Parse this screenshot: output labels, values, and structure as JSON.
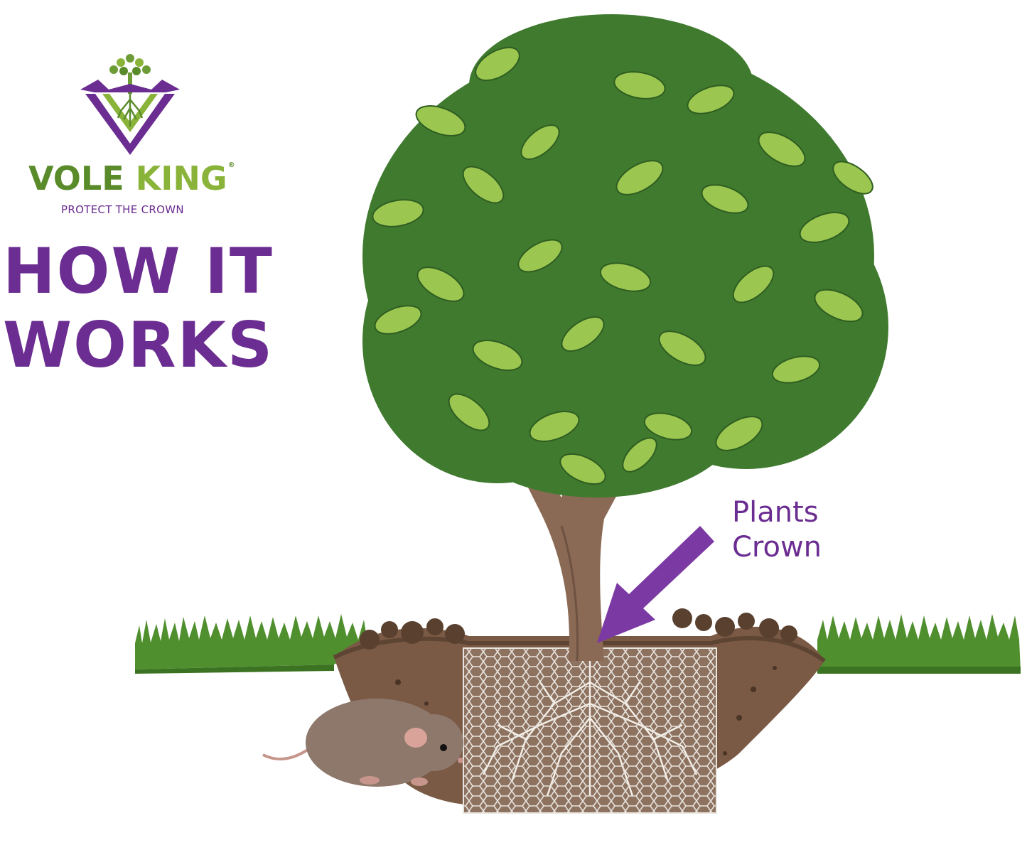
{
  "brand": {
    "name_part1": "VOLE",
    "name_part2": "KING",
    "registered": "®",
    "tagline": "PROTECT THE CROWN"
  },
  "headline": {
    "line1": "HOW IT",
    "line2": "WORKS"
  },
  "callout": {
    "line1": "Plants",
    "line2": "Crown"
  },
  "colors": {
    "purple": "#6b2d91",
    "dark_green": "#5a8b2b",
    "light_green": "#8ab33a",
    "leaf_dark": "#3f7a2e",
    "leaf_light": "#9bc750",
    "soil": "#7a5a45",
    "trunk": "#8a6a55"
  }
}
